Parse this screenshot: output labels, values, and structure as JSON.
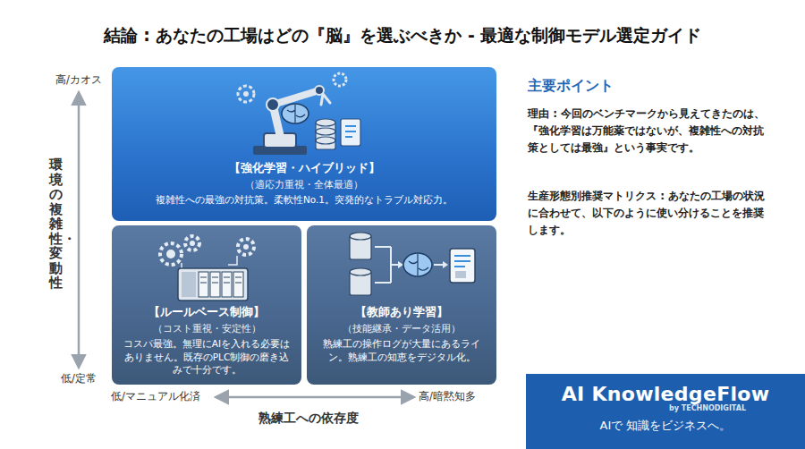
{
  "diagram": {
    "title": "結論 : あなたの工場はどの『脳』を選ぶべきか - 最適な制御モデル選定ガイド",
    "nodes": [
      {
        "text": [
          "【強化学習・ハイブリッド】",
          "（適応力重視・全体最適）",
          "複雑性への最強の対抗策。柔軟性No.1。突発的なトラブル対応力。"
        ]
      },
      {
        "text": [
          "【ルールベース制御】",
          "（コスト重視・安定性）",
          "コスパ最強。無理にAIを入れる必要はありません。既存のPLC制御の磨き込みで十分です。"
        ]
      },
      {
        "text": [
          "【教師あり学習】",
          "（技能継承・データ活用）",
          "熟練工の操作ログが大量にあるライン。熟練工の知恵をデジタル化。"
        ]
      },
      {
        "text": [
          "AI KnowledgeFlow",
          "by TECHNODIGITAL",
          "AIで 知識をビジネスへ。"
        ]
      }
    ],
    "labels": [
      "主要ポイント",
      "理由 : 今回のベンチマークから見えてきたのは、『強化学習は万能薬ではないが、複雑性への対抗策としては最強』という事実です。",
      "生産形態別推奨マトリクス : あなたの工場の状況に合わせて、以下のように使い分けることを推奨します。",
      "高/カオス",
      "低/定常",
      "環境の複雑性・変動性",
      "低/マニュアル化済",
      "高/暗黙知多",
      "熟練工への依存度"
    ]
  }
}
